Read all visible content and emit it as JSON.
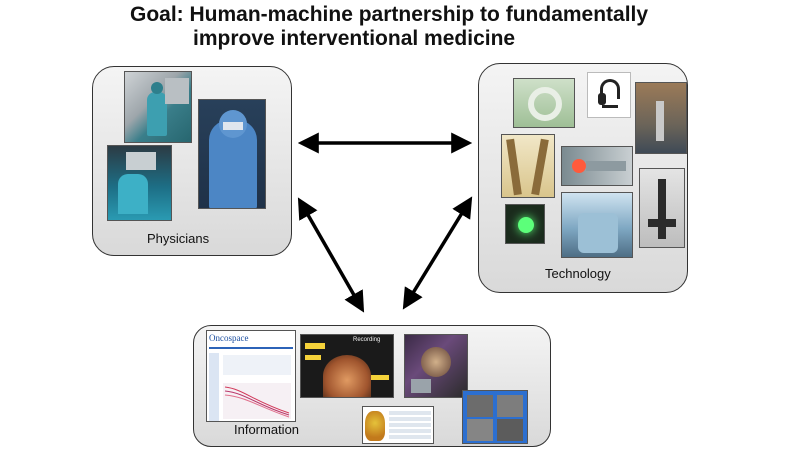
{
  "title": {
    "line1": "Goal: Human-machine partnership to fundamentally",
    "line2": "improve interventional medicine"
  },
  "nodes": {
    "physicians": {
      "label": "Physicians"
    },
    "technology": {
      "label": "Technology"
    },
    "information": {
      "label": "Information"
    }
  },
  "screens": {
    "oncospace_title": "Oncospace",
    "video_label": "Recording"
  },
  "colors": {
    "arrow": "#000000",
    "box_border": "#333333",
    "box_fill_top": "#f4f4f4",
    "box_fill_bottom": "#d9d9d9"
  }
}
